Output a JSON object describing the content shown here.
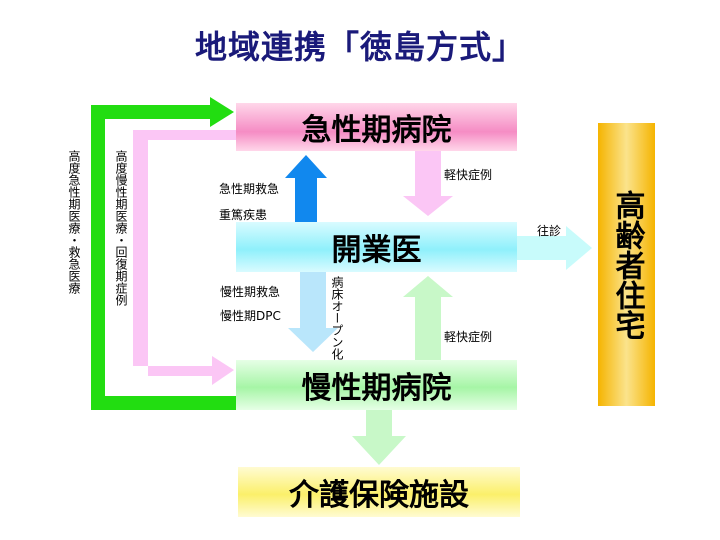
{
  "title": "地域連携「徳島方式」",
  "boxes": {
    "acute": "急性期病院",
    "clinic": "開業医",
    "chronic": "慢性期病院",
    "care": "介護保険施設",
    "home": "高齢者住宅"
  },
  "labels": {
    "acute_emergency": "急性期救急",
    "serious_illness": "重篤疾患",
    "mild_case_top": "軽快症例",
    "home_visit": "往診",
    "chronic_emergency": "慢性期救急",
    "chronic_dpc": "慢性期DPC",
    "open_beds": "病床オープン化",
    "mild_case_bottom": "軽快症例",
    "left_green": "高度急性期医療・救急医療",
    "left_pink": "高度慢性期医療・回復期症例"
  },
  "colors": {
    "green": "#22dd11",
    "pink": "#fbc6f5",
    "blue": "#1188ee",
    "light_blue": "#b9e6fb",
    "light_cyan": "#c8fbfb",
    "light_green": "#c8f8c8",
    "title": "#1a1a7a"
  }
}
